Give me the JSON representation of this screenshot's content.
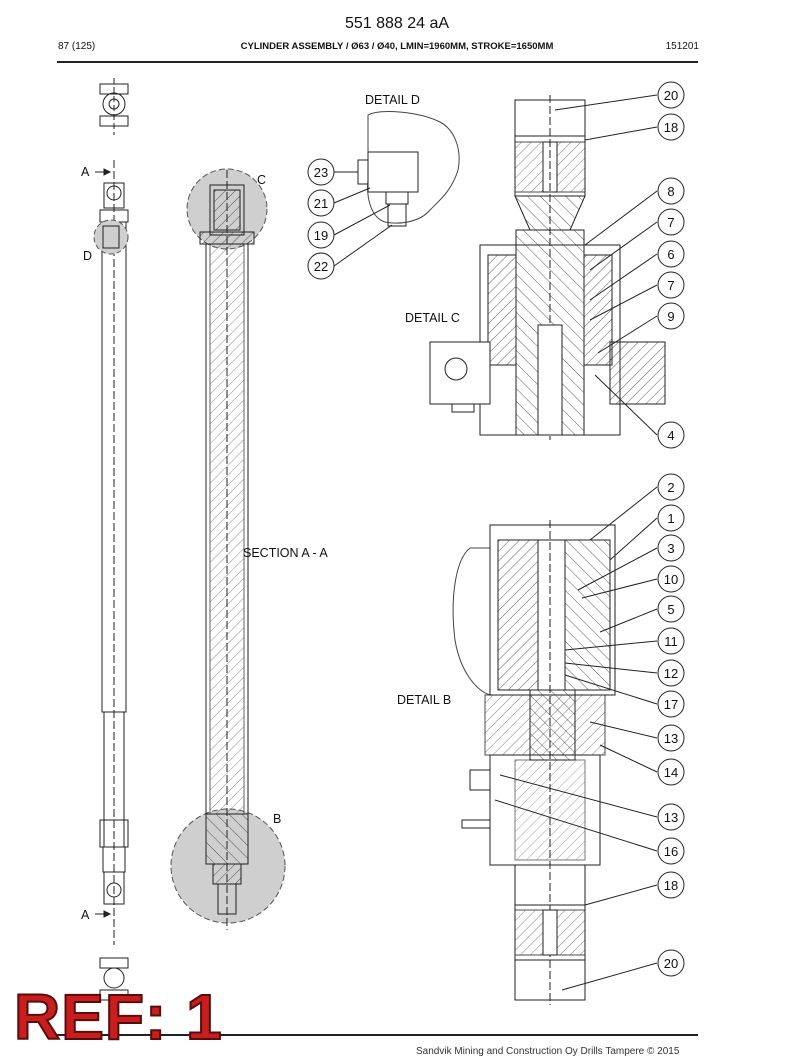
{
  "header": {
    "doc_number": "551 888 24 aA",
    "page": "87 (125)",
    "title": "CYLINDER ASSEMBLY / Ø63 / Ø40, LMIN=1960MM, STROKE=1650MM",
    "revision": "151201"
  },
  "labels": {
    "detail_d": "DETAIL D",
    "detail_c": "DETAIL C",
    "detail_b": "DETAIL B",
    "section_aa": "SECTION A - A",
    "section_top": "A",
    "section_bottom": "A",
    "callout_b": "B",
    "callout_c": "C",
    "callout_d": "D"
  },
  "balloons": [
    "20",
    "18",
    "8",
    "7",
    "6",
    "7",
    "9",
    "4",
    "23",
    "21",
    "19",
    "22",
    "2",
    "1",
    "3",
    "10",
    "5",
    "11",
    "12",
    "17",
    "13",
    "14",
    "13",
    "16",
    "18",
    "20"
  ],
  "stamp": "REF: 1",
  "footer": "Sandvik Mining and Construction Oy Drills Tampere © 2015"
}
